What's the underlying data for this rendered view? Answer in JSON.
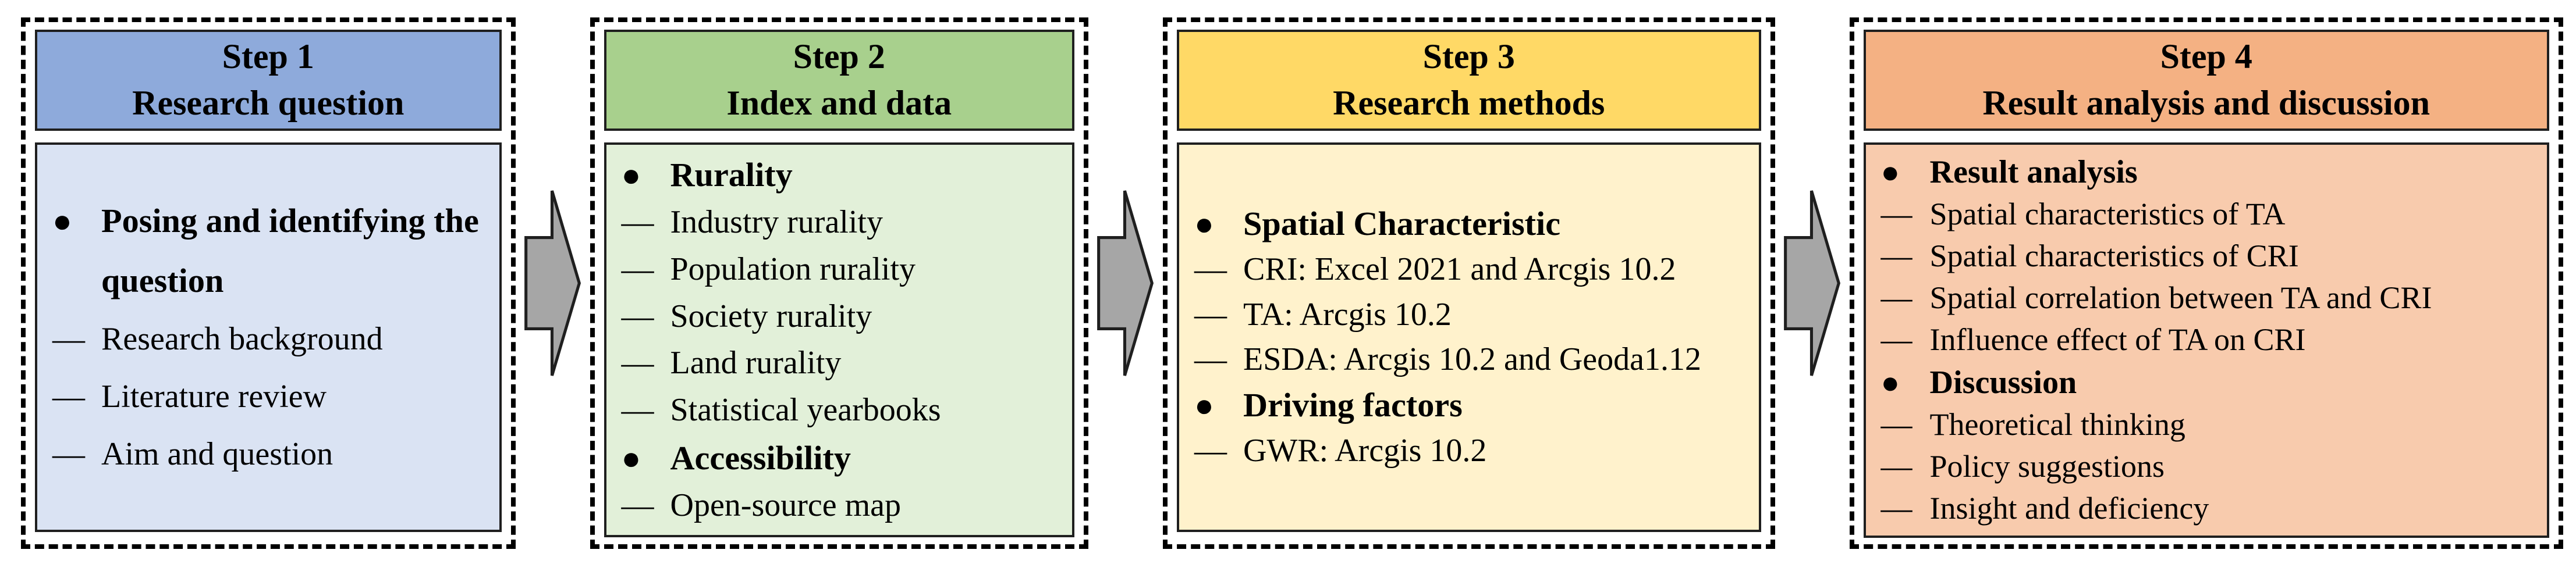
{
  "glyphs": {
    "bullet": "●",
    "dash": "—"
  },
  "arrow": {
    "fill": "#A6A6A6",
    "stroke": "#1F1F1F"
  },
  "steps": [
    {
      "title": "Step 1",
      "subtitle": "Research question",
      "colors": {
        "header": "#8EAADB",
        "body": "#DAE3F3"
      },
      "items": [
        {
          "type": "bullet",
          "text": "Posing and identifying the question"
        },
        {
          "type": "dash",
          "text": "Research background"
        },
        {
          "type": "dash",
          "text": "Literature review"
        },
        {
          "type": "dash",
          "text": "Aim and question"
        }
      ]
    },
    {
      "title": "Step 2",
      "subtitle": "Index and data",
      "colors": {
        "header": "#A8D08D",
        "body": "#E2F0D9"
      },
      "items": [
        {
          "type": "bullet",
          "text": "Rurality"
        },
        {
          "type": "dash",
          "text": "Industry rurality"
        },
        {
          "type": "dash",
          "text": "Population rurality"
        },
        {
          "type": "dash",
          "text": "Society rurality"
        },
        {
          "type": "dash",
          "text": "Land rurality"
        },
        {
          "type": "dash",
          "text": "Statistical yearbooks"
        },
        {
          "type": "bullet",
          "text": "Accessibility"
        },
        {
          "type": "dash",
          "text": "Open-source map"
        }
      ]
    },
    {
      "title": "Step 3",
      "subtitle": "Research methods",
      "colors": {
        "header": "#FFD966",
        "body": "#FFF2CC"
      },
      "items": [
        {
          "type": "bullet",
          "text": "Spatial Characteristic"
        },
        {
          "type": "dash",
          "text": "CRI: Excel 2021 and Arcgis 10.2"
        },
        {
          "type": "dash",
          "text": "TA: Arcgis 10.2"
        },
        {
          "type": "dash",
          "text": "ESDA: Arcgis 10.2 and Geoda1.12"
        },
        {
          "type": "bullet",
          "text": "Driving factors"
        },
        {
          "type": "dash",
          "text": "GWR: Arcgis 10.2"
        }
      ]
    },
    {
      "title": "Step 4",
      "subtitle": "Result analysis and discussion",
      "colors": {
        "header": "#F4B183",
        "body": "#F8CBAD"
      },
      "items": [
        {
          "type": "bullet",
          "text": "Result analysis"
        },
        {
          "type": "dash",
          "text": "Spatial characteristics of TA"
        },
        {
          "type": "dash",
          "text": "Spatial characteristics of CRI"
        },
        {
          "type": "dash",
          "text": "Spatial correlation between TA and CRI"
        },
        {
          "type": "dash",
          "text": "Influence effect of TA on CRI"
        },
        {
          "type": "bullet",
          "text": "Discussion"
        },
        {
          "type": "dash",
          "text": "Theoretical thinking"
        },
        {
          "type": "dash",
          "text": "Policy suggestions"
        },
        {
          "type": "dash",
          "text": "Insight and deficiency"
        }
      ]
    }
  ]
}
